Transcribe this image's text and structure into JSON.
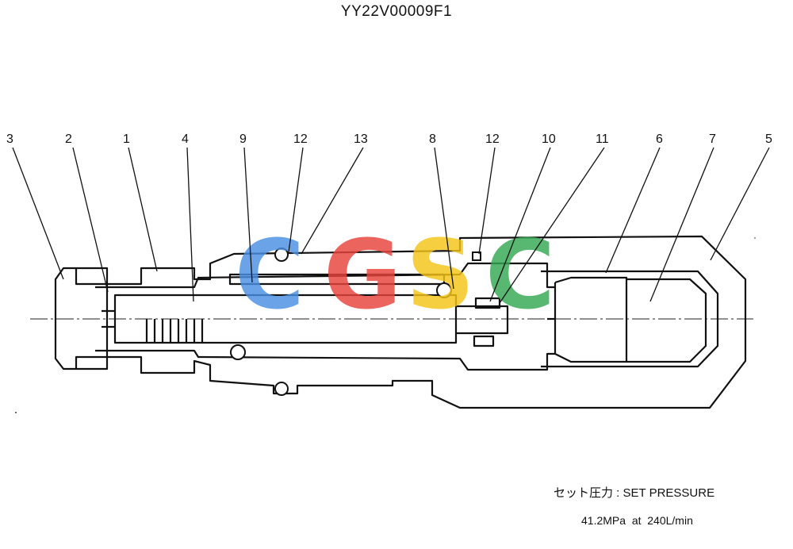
{
  "title": "YY22V00009F1",
  "part_numbers": [
    "3",
    "2",
    "1",
    "4",
    "9",
    "12",
    "13",
    "8",
    "12",
    "10",
    "11",
    "6",
    "7",
    "5"
  ],
  "watermark": {
    "text": "CGSC",
    "colors": [
      "#4a90e2",
      "#e8433b",
      "#f5c518",
      "#34a853"
    ]
  },
  "footer": {
    "set_pressure_label": "セット圧力 : SET PRESSURE",
    "pressure_value": "41.2MPa  at  240L/min"
  }
}
